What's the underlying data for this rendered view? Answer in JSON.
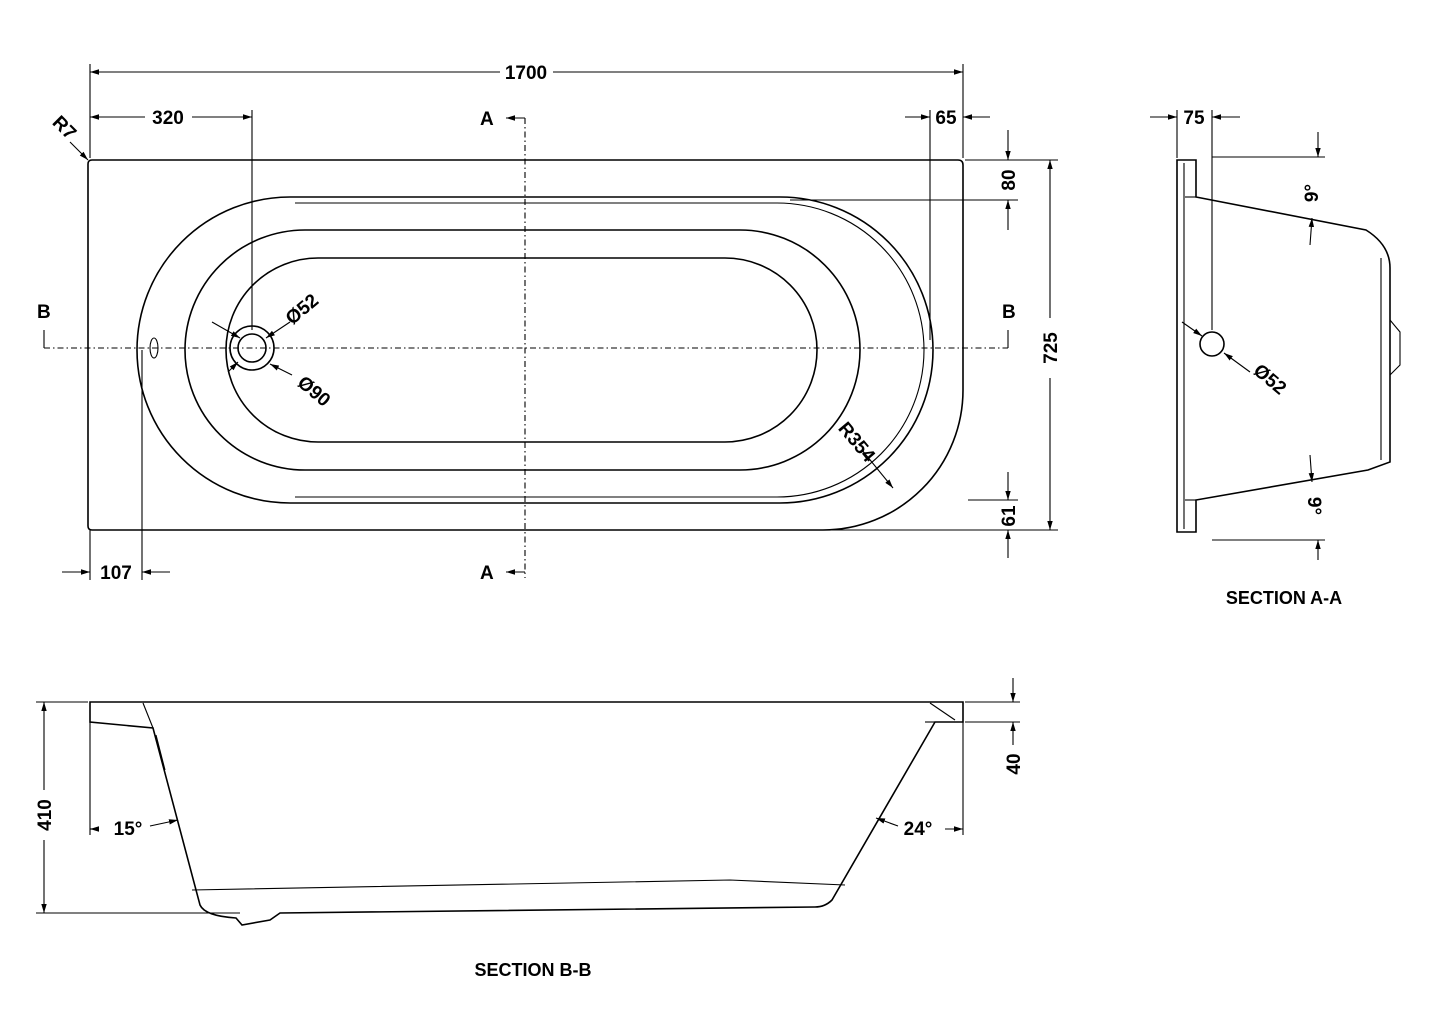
{
  "plan": {
    "dim_length": "1700",
    "dim_waste_offset": "320",
    "dim_corner_radius": "R7",
    "dim_end_deck": "65",
    "dim_top_rim": "80",
    "dim_width": "725",
    "dim_bottom_rim": "61",
    "dim_overflow_offset": "107",
    "dim_waste_hole": "Ø52",
    "dim_waste_flange": "Ø90",
    "dim_end_radius": "R354",
    "section_a_top": "A",
    "section_a_bottom": "A",
    "section_b_left": "B",
    "section_b_right": "B"
  },
  "section_aa": {
    "title": "SECTION A-A",
    "dim_rim": "75",
    "angle_top": "9°",
    "angle_bottom": "9°",
    "dim_hole": "Ø52"
  },
  "section_bb": {
    "title": "SECTION B-B",
    "dim_height": "410",
    "dim_rim": "40",
    "angle_left": "15°",
    "angle_right": "24°"
  }
}
